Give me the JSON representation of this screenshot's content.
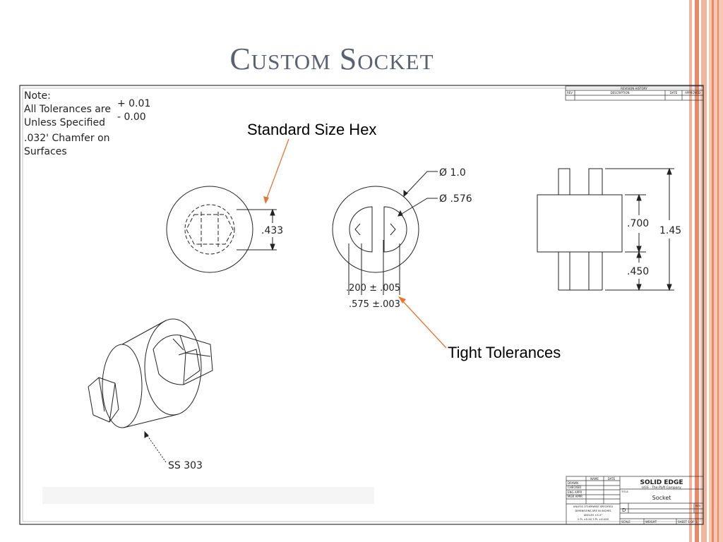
{
  "slide": {
    "title": "Custom Socket"
  },
  "colors": {
    "accent_stripes": "#f2b49a",
    "stripe_dark": "#e8896a",
    "title": "#5a6272",
    "arrow": "#e87733",
    "line": "#222222"
  },
  "note": {
    "line1": "Note:",
    "line2": "All Tolerances are",
    "line3": "Unless Specified",
    "line4": ".032' Chamfer on",
    "line5": "Surfaces",
    "tol_plus": "+ 0.01",
    "tol_minus": "- 0.00"
  },
  "annotations": {
    "hex": "Standard Size Hex",
    "tight": "Tight Tolerances"
  },
  "dimensions": {
    "hex": ".433",
    "dia_outer": "Ø 1.0",
    "dia_inner": "Ø .576",
    "tol1": ".200  ± .005",
    "tol2": ".575  ±.003",
    "d700": ".700",
    "d450": ".450",
    "d145": "1.45",
    "material": "SS 303"
  },
  "revision_block": {
    "title": "REVISION HISTORY",
    "col_rev": "REV",
    "col_desc": "DESCRIPTION",
    "col_date": "DATE",
    "col_appr": "APPROVED"
  },
  "title_block": {
    "company": "SOLID EDGE",
    "company_sub": "UGS - The PLM Company",
    "part_title": "Socket",
    "label_name": "NAME",
    "label_date": "DATE",
    "drawn": "DRAWN",
    "checked": "CHECKED",
    "eng_appr": "ENG APPR",
    "mgr_appr": "MGR APPR",
    "title_label": "TITLE",
    "size": "D",
    "rev_label": "REV",
    "scale": "SCALE",
    "weight": "WEIGHT",
    "sheet": "SHEET 1 OF 1",
    "unless1": "UNLESS OTHERWISE SPECIFIED",
    "unless2": "DIMENSIONS ARE IN INCHES",
    "unless3": "ANGLES ±X.X°",
    "unless4": "2 PL ±X.XX 3 PL ±X.XXX"
  }
}
